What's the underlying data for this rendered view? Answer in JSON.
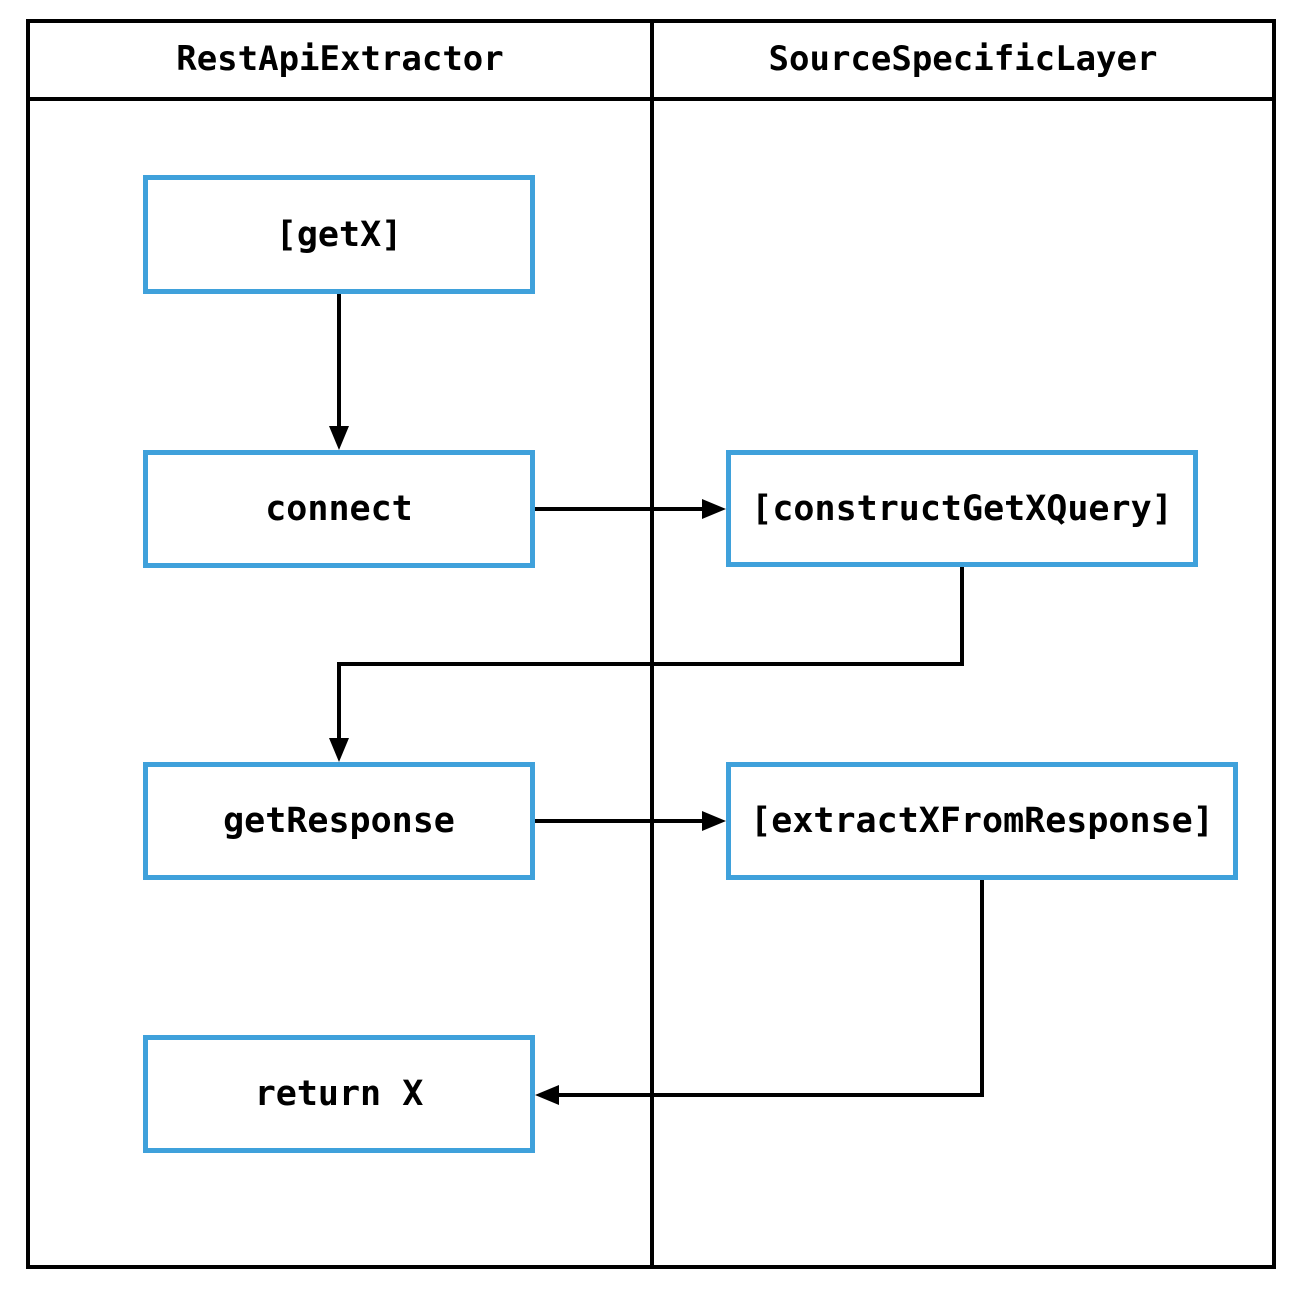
{
  "diagram": {
    "type": "swimlane-flowchart",
    "lanes": [
      {
        "label": "RestApiExtractor"
      },
      {
        "label": "SourceSpecificLayer"
      }
    ],
    "nodes": [
      {
        "id": "getx",
        "label": "[getX]",
        "lane": "RestApiExtractor"
      },
      {
        "id": "connect",
        "label": "connect",
        "lane": "RestApiExtractor"
      },
      {
        "id": "construct",
        "label": "[constructGetXQuery]",
        "lane": "SourceSpecificLayer"
      },
      {
        "id": "getresponse",
        "label": "getResponse",
        "lane": "RestApiExtractor"
      },
      {
        "id": "extract",
        "label": "[extractXFromResponse]",
        "lane": "SourceSpecificLayer"
      },
      {
        "id": "returnx",
        "label": "return X",
        "lane": "RestApiExtractor"
      }
    ],
    "edges": [
      {
        "from": "[getX]",
        "to": "connect"
      },
      {
        "from": "connect",
        "to": "[constructGetXQuery]"
      },
      {
        "from": "[constructGetXQuery]",
        "to": "getResponse"
      },
      {
        "from": "getResponse",
        "to": "[extractXFromResponse]"
      },
      {
        "from": "[extractXFromResponse]",
        "to": "return X"
      }
    ],
    "colors": {
      "node_border": "#3FA1DB",
      "node_fill": "#FFFFFF",
      "connector": "#000000",
      "frame": "#000000",
      "background": "#FFFFFF"
    }
  }
}
